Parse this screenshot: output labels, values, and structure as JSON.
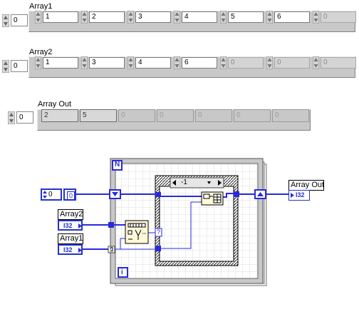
{
  "front_panel": {
    "array1": {
      "label": "Array1",
      "index": "0",
      "values": [
        "1",
        "2",
        "3",
        "4",
        "5",
        "6",
        "0"
      ],
      "active_count": 6
    },
    "array2": {
      "label": "Array2",
      "index": "0",
      "values": [
        "1",
        "3",
        "4",
        "6",
        "0",
        "0",
        "0"
      ],
      "active_count": 4
    },
    "array_out": {
      "label": "Array Out",
      "index": "0",
      "values": [
        "2",
        "5",
        "0",
        "0",
        "0",
        "0",
        "0"
      ],
      "active_count": 2
    }
  },
  "block_diagram": {
    "n_label": "N",
    "i_label": "i",
    "case_selector_value": "-1",
    "left_constant_numeric": "0",
    "left_constant_array": "0",
    "array2_terminal": {
      "label": "Array2",
      "type": "I32"
    },
    "array1_terminal": {
      "label": "Array1",
      "type": "I32"
    },
    "array_out_terminal": {
      "label": "Array Out",
      "type": "I32"
    },
    "search_function_start": "0",
    "question_mark": "?"
  },
  "colors": {
    "wire": "#2a2adc",
    "panel_gray": "#c8c8c8",
    "diagram_grid": "#ffffff",
    "frame": "#c0c0c0"
  }
}
